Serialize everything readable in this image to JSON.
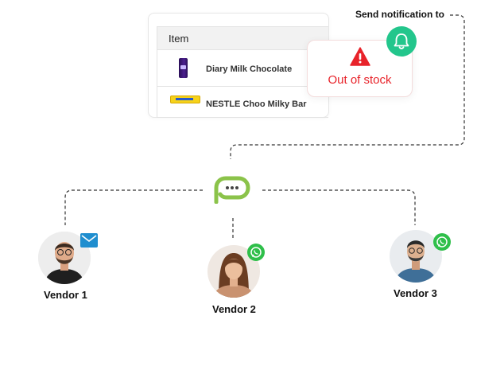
{
  "table": {
    "header": "Item",
    "rows": [
      {
        "name": "Diary Milk Chocolate",
        "image": "chocolate-bar-image"
      },
      {
        "name": "NESTLE Choo Milky Bar",
        "image": "milky-bar-image"
      }
    ]
  },
  "alert": {
    "label": "Out of stock",
    "icon": "warning-icon",
    "color": "#e8232a"
  },
  "notification": {
    "label": "Send notification to",
    "icon": "bell-icon",
    "color": "#23c68c"
  },
  "hub": {
    "icon": "app-logo-icon",
    "color": "#8bc34a"
  },
  "vendors": [
    {
      "name": "Vendor 1",
      "channel": "email-icon"
    },
    {
      "name": "Vendor 2",
      "channel": "whatsapp-icon"
    },
    {
      "name": "Vendor 3",
      "channel": "whatsapp-icon"
    }
  ]
}
